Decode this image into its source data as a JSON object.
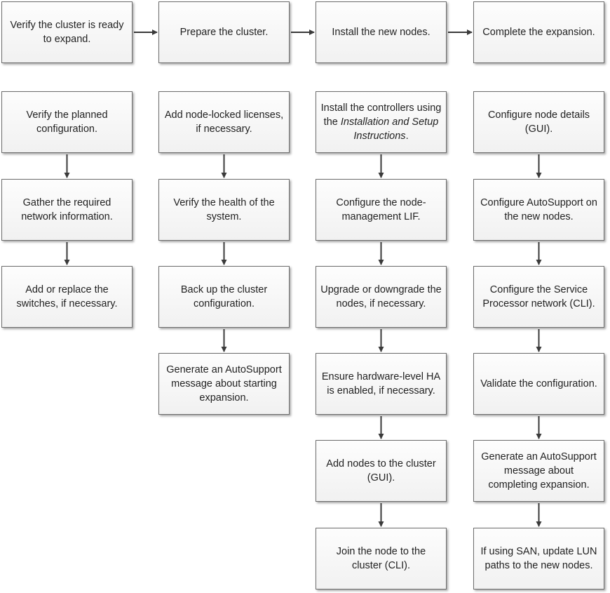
{
  "top_row": [
    {
      "id": "verify-ready",
      "text": "Verify the cluster is ready to expand."
    },
    {
      "id": "prepare",
      "text": "Prepare the cluster."
    },
    {
      "id": "install",
      "text": "Install the new nodes."
    },
    {
      "id": "complete",
      "text": "Complete the expansion."
    }
  ],
  "columns": [
    {
      "id": "verify",
      "steps": [
        {
          "text": "Verify the planned configuration."
        },
        {
          "text": "Gather the required network information."
        },
        {
          "text": "Add or replace the switches, if necessary."
        }
      ]
    },
    {
      "id": "prepare",
      "steps": [
        {
          "text": "Add node-locked licenses, if necessary."
        },
        {
          "text": "Verify the health of the system."
        },
        {
          "text": "Back up the cluster configuration."
        },
        {
          "text": "Generate an AutoSupport message about starting expansion."
        }
      ]
    },
    {
      "id": "install",
      "steps": [
        {
          "pre": "Install the controllers using the ",
          "italic": "Installation and Setup Instructions",
          "post": "."
        },
        {
          "text": "Configure the node-management LIF."
        },
        {
          "text": "Upgrade or downgrade the nodes, if necessary."
        },
        {
          "text": "Ensure hardware-level HA is enabled, if necessary."
        },
        {
          "text": "Add nodes to the cluster (GUI)."
        },
        {
          "text": "Join the node to the cluster (CLI)."
        }
      ]
    },
    {
      "id": "complete",
      "steps": [
        {
          "text": "Configure node details (GUI)."
        },
        {
          "text": "Configure AutoSupport on the new nodes."
        },
        {
          "text": "Configure the Service Processor network (CLI)."
        },
        {
          "text": "Validate the configuration."
        },
        {
          "text": "Generate an AutoSupport message about completing expansion."
        },
        {
          "text": "If using SAN, update LUN paths to the new nodes."
        }
      ]
    }
  ]
}
